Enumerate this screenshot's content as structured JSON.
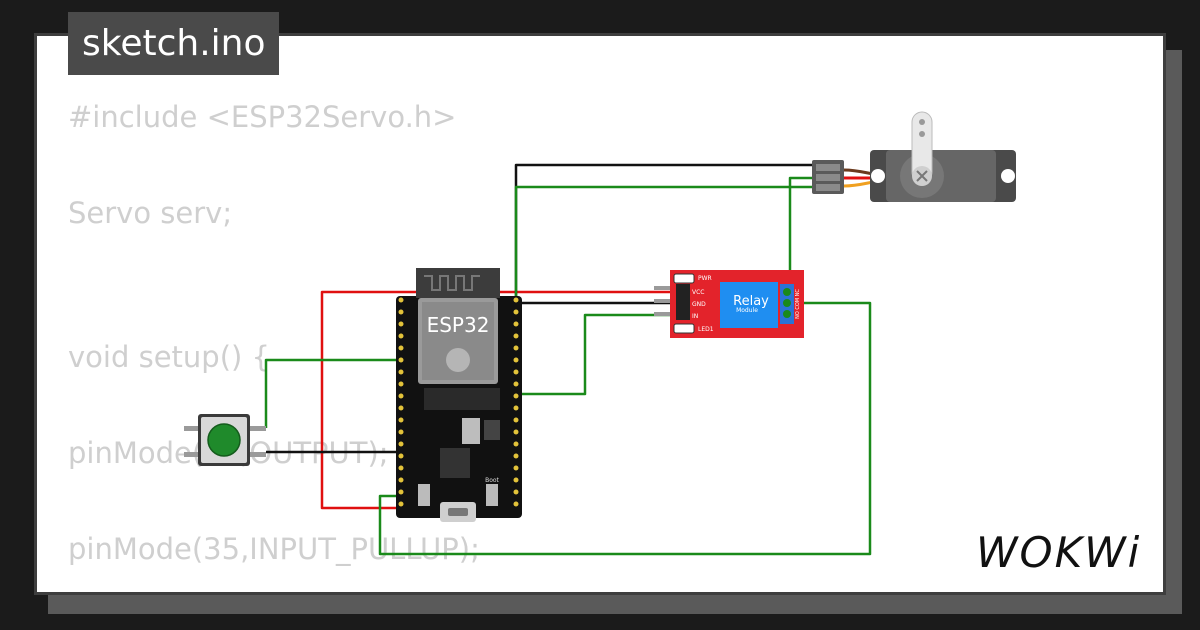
{
  "tab": {
    "filename": "sketch.ino"
  },
  "code_lines": [
    "#include <ESP32Servo.h>",
    "Servo serv;",
    "void setup() {",
    "pinMode(16,OUTPUT);",
    "pinMode(35,INPUT_PULLUP);"
  ],
  "esp32": {
    "label": "ESP32",
    "boot_label": "Boot"
  },
  "relay": {
    "title": "Relay",
    "subtitle": "Module",
    "pin_vcc": "VCC",
    "pin_gnd": "GND",
    "pin_in": "IN",
    "pwr": "PWR",
    "led": "LED1",
    "terminals": "NO COM NC"
  },
  "logo": {
    "text": "WOKWi"
  },
  "colors": {
    "background": "#1b1b1b",
    "card": "#ffffff",
    "tab": "#4a4a4a",
    "code_text": "#cfcfcf",
    "wire_red": "#e01010",
    "wire_black": "#111111",
    "wire_green": "#1a8a1a",
    "relay_board": "#e3232b",
    "relay_body": "#1f8ef1",
    "button_green": "#1f8a2b",
    "esp32_board": "#111111"
  }
}
